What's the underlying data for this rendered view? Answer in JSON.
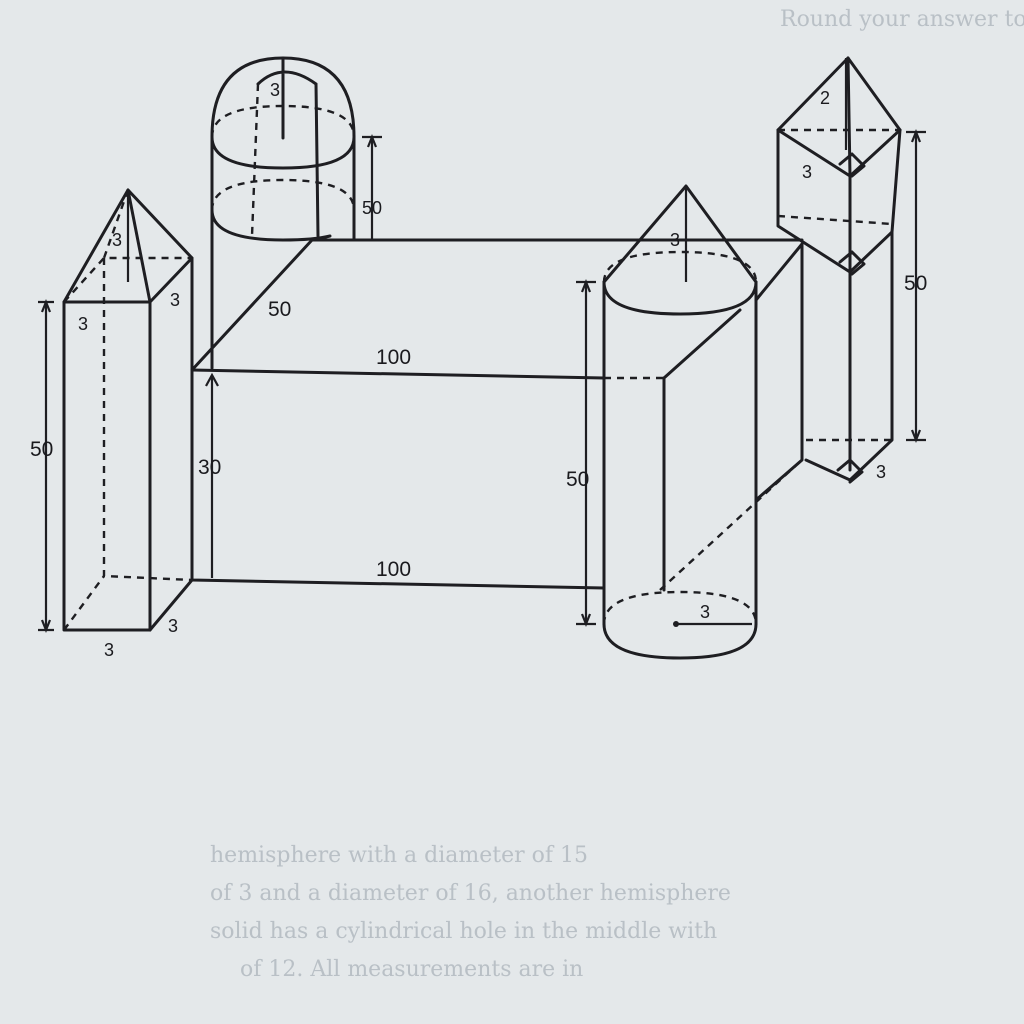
{
  "background_text": {
    "top_right": "Round your answer to the",
    "lower": [
      "hemisphere with a diameter of 15",
      "of 3 and a diameter of 16, another hemisphere",
      "solid has a cylindrical hole in the middle with",
      "of 12. All measurements are in"
    ]
  },
  "figure": {
    "left_prism": {
      "apex_height": "3",
      "top_side_a": "3",
      "top_side_b": "3",
      "height": "50",
      "base_front": "3",
      "base_side": "3"
    },
    "dome_cylinder": {
      "dome_radius": "3",
      "height": "50"
    },
    "center_block": {
      "depth": "50",
      "top_length": "100",
      "height": "30",
      "bottom_length": "100"
    },
    "cone_cylinder": {
      "cone_height": "3",
      "height": "50",
      "radius": "3"
    },
    "right_prism": {
      "apex_height": "2",
      "top_side": "3",
      "height": "50",
      "base_side": "3"
    }
  }
}
